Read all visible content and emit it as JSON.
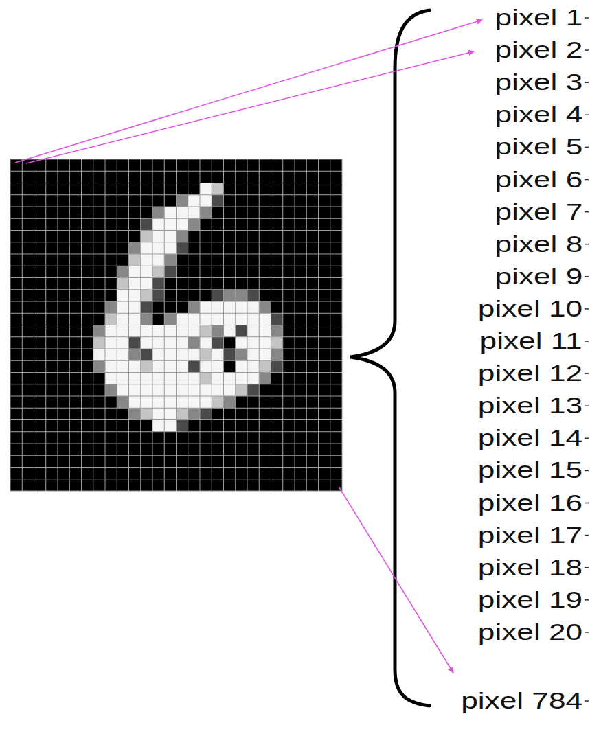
{
  "diagram": {
    "labels": [
      "pixel 1",
      "pixel 2",
      "pixel 3",
      "pixel 4",
      "pixel 5",
      "pixel 6",
      "pixel 7",
      "pixel 8",
      "pixel 9",
      "pixel 10",
      "pixel 11",
      "pixel 12",
      "pixel 13",
      "pixel 14",
      "pixel 15",
      "pixel 16",
      "pixel 17",
      "pixel 18",
      "pixel 19",
      "pixel 20",
      "pixel 784"
    ]
  }
}
